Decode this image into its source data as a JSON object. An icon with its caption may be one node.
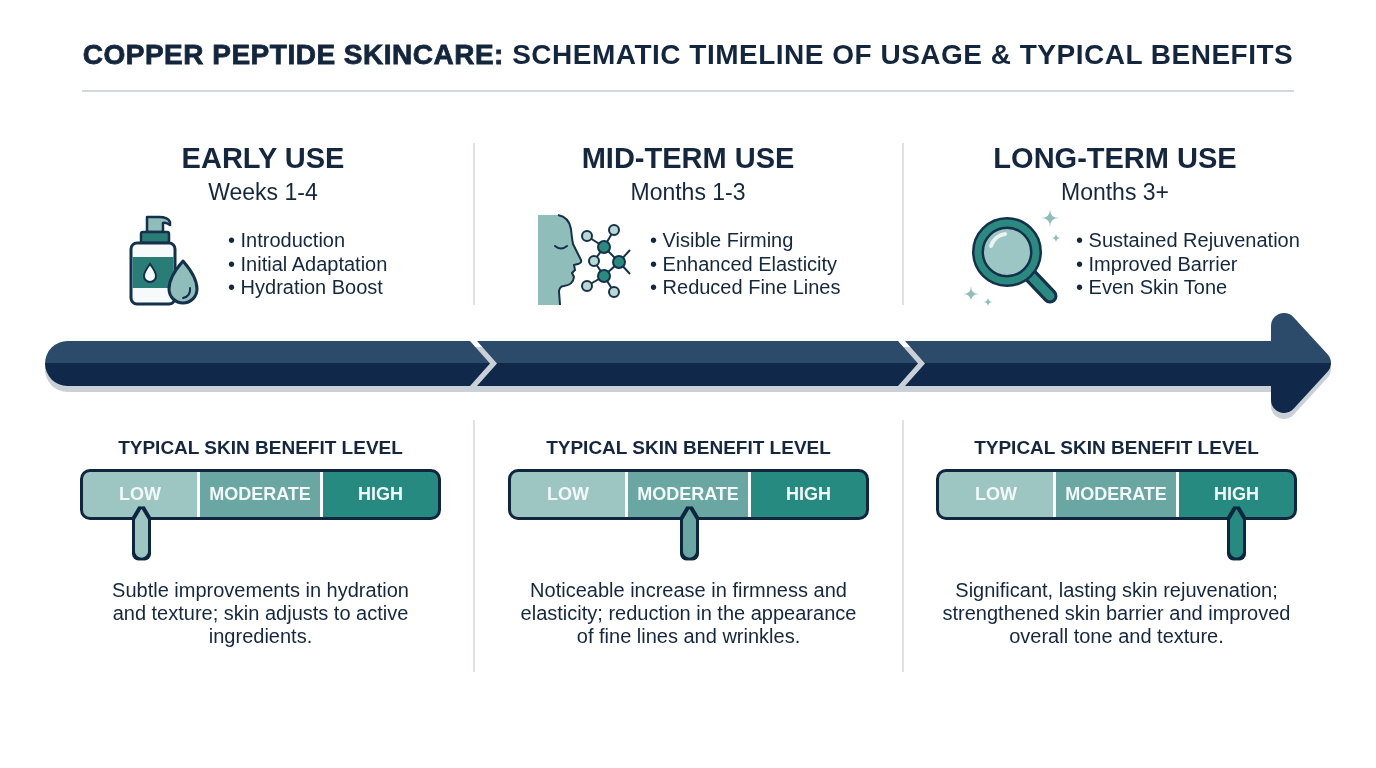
{
  "diagram": {
    "title": "**COPPER PEPTIDE SKINCARE:** SCHEMATIC TIMELINE OF USAGE & TYPICAL BENEFITS",
    "nodes": [
      {
        "text": [
          "TYPICAL SKIN BENEFIT LEVEL"
        ],
        "beside": [
          "Subtle improvements in hydration and texture; skin adjusts to active ingredients."
        ]
      },
      {
        "text": [
          "LOW"
        ],
        "in": 0
      },
      {
        "text": [
          "MODERATE"
        ],
        "in": 0
      },
      {
        "text": [
          "HIGH"
        ],
        "in": 0
      },
      {
        "text": [
          "TYPICAL SKIN BENEFIT LEVEL"
        ],
        "beside": [
          "Noticeable increase in firmness and elasticity; reduction in the appearance of fine lines and wrinkles."
        ]
      },
      {
        "text": [
          "LOW"
        ],
        "in": 4
      },
      {
        "text": [
          "MODERATE"
        ],
        "in": 4
      },
      {
        "text": [
          "HIGH"
        ],
        "in": 4
      },
      {
        "text": [
          "TYPICAL SKIN BENEFIT LEVEL"
        ],
        "beside": [
          "Significant, lasting skin rejuvenation; strengthened skin barrier and improved overall tone and texture."
        ]
      },
      {
        "text": [
          "LOW"
        ],
        "in": 8
      },
      {
        "text": [
          "MODERATE"
        ],
        "in": 8
      },
      {
        "text": [
          "HIGH"
        ],
        "in": 8
      }
    ],
    "edges": [
      {
        "from": null,
        "to": 1,
        "arrow": "to",
        "color": "#9dc6c3"
      },
      {
        "from": null,
        "to": 6,
        "arrow": "to",
        "color": "#6aa7a2"
      },
      {
        "from": null,
        "to": 11,
        "arrow": "to",
        "color": "#268a80"
      }
    ],
    "labels": [
      "EARLY USE",
      "Weeks 1-4",
      "• Introduction",
      "• Initial Adaptation",
      "• Hydration Boost",
      "MID-TERM USE",
      "Months 1-3",
      "• Visible Firming",
      "• Enhanced Elasticity",
      "• Reduced Fine Lines",
      "LONG-TERM USE",
      "Months 3+",
      "• Sustained Rejuvenation",
      "• Improved Barrier",
      "• Even Skin Tone"
    ]
  }
}
